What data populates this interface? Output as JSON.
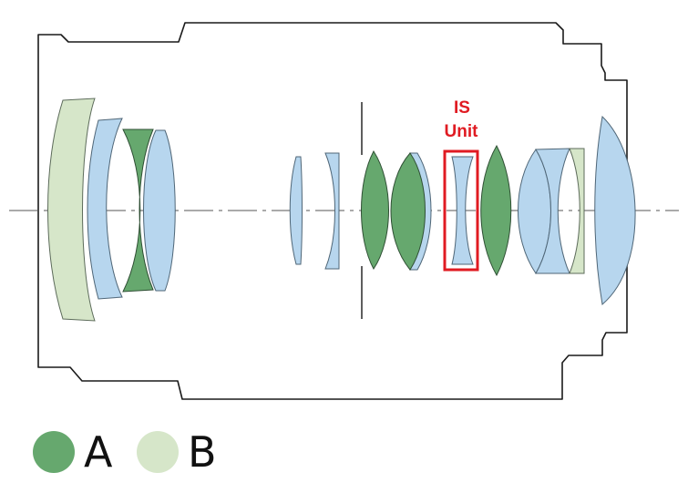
{
  "diagram": {
    "is_unit_label_line1": "IS",
    "is_unit_label_line2": "Unit"
  },
  "legend": [
    {
      "label": "A",
      "color": "#66a86e"
    },
    {
      "label": "B",
      "color": "#d6e6c9"
    }
  ],
  "colors": {
    "lens_blue": "#b7d6ee",
    "lens_green_a": "#66a86e",
    "lens_green_b": "#d6e6c9",
    "is_unit_highlight": "#e01b22",
    "outline": "#1a1a1a",
    "optical_axis": "#555555"
  }
}
